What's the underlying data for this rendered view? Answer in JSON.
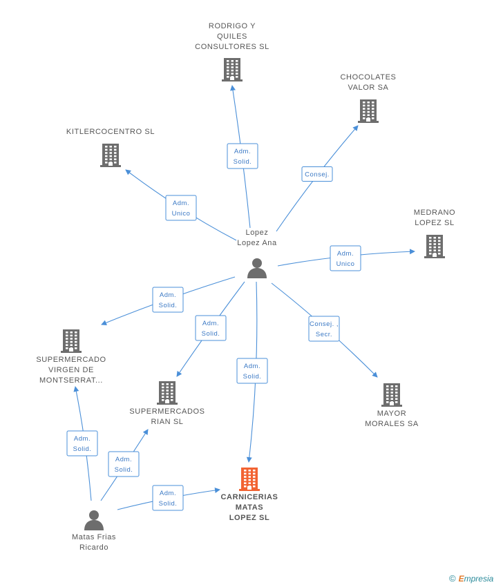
{
  "colors": {
    "edge": "#4a8fd8",
    "company": "#6d6d6d",
    "focus_company": "#f26332",
    "person": "#6d6d6d"
  },
  "nodes": [
    {
      "id": "lopez_ana",
      "type": "person",
      "lines": [
        "Lopez",
        "Lopez Ana"
      ]
    },
    {
      "id": "matas_frias",
      "type": "person",
      "lines": [
        "Matas Frias",
        "Ricardo"
      ]
    },
    {
      "id": "rodrigo",
      "type": "company",
      "lines": [
        "RODRIGO Y",
        "QUILES",
        "CONSULTORES SL"
      ]
    },
    {
      "id": "chocolates",
      "type": "company",
      "lines": [
        "CHOCOLATES",
        "VALOR SA"
      ]
    },
    {
      "id": "kitler",
      "type": "company",
      "lines": [
        "KITLERCOCENTRO SL"
      ]
    },
    {
      "id": "medrano",
      "type": "company",
      "lines": [
        "MEDRANO",
        "LOPEZ SL"
      ]
    },
    {
      "id": "supervirgen",
      "type": "company",
      "lines": [
        "SUPERMERCADO",
        "VIRGEN DE",
        "MONTSERRAT..."
      ]
    },
    {
      "id": "superrian",
      "type": "company",
      "lines": [
        "SUPERMERCADOS",
        "RIAN SL"
      ]
    },
    {
      "id": "mayor",
      "type": "company",
      "lines": [
        "MAYOR",
        "MORALES SA"
      ]
    },
    {
      "id": "carnicerias",
      "type": "focus",
      "lines": [
        "CARNICERIAS",
        "MATAS",
        "LOPEZ SL"
      ]
    }
  ],
  "edges": [
    {
      "from": "lopez_ana",
      "to": "rodrigo",
      "label": [
        "Adm.",
        "Solid."
      ]
    },
    {
      "from": "lopez_ana",
      "to": "chocolates",
      "label": [
        "Consej."
      ]
    },
    {
      "from": "lopez_ana",
      "to": "kitler",
      "label": [
        "Adm.",
        "Unico"
      ]
    },
    {
      "from": "lopez_ana",
      "to": "medrano",
      "label": [
        "Adm.",
        "Unico"
      ]
    },
    {
      "from": "lopez_ana",
      "to": "supervirgen",
      "label": [
        "Adm.",
        "Solid."
      ]
    },
    {
      "from": "lopez_ana",
      "to": "superrian",
      "label": [
        "Adm.",
        "Solid."
      ]
    },
    {
      "from": "lopez_ana",
      "to": "carnicerias",
      "label": [
        "Adm.",
        "Solid."
      ]
    },
    {
      "from": "lopez_ana",
      "to": "mayor",
      "label": [
        "Consej. ,",
        "Secr."
      ]
    },
    {
      "from": "matas_frias",
      "to": "supervirgen",
      "label": [
        "Adm.",
        "Solid."
      ]
    },
    {
      "from": "matas_frias",
      "to": "superrian",
      "label": [
        "Adm.",
        "Solid."
      ]
    },
    {
      "from": "matas_frias",
      "to": "carnicerias",
      "label": [
        "Adm.",
        "Solid."
      ]
    }
  ],
  "footer": {
    "copyright": "©",
    "brand_initial": "E",
    "brand_rest": "mpresia"
  }
}
